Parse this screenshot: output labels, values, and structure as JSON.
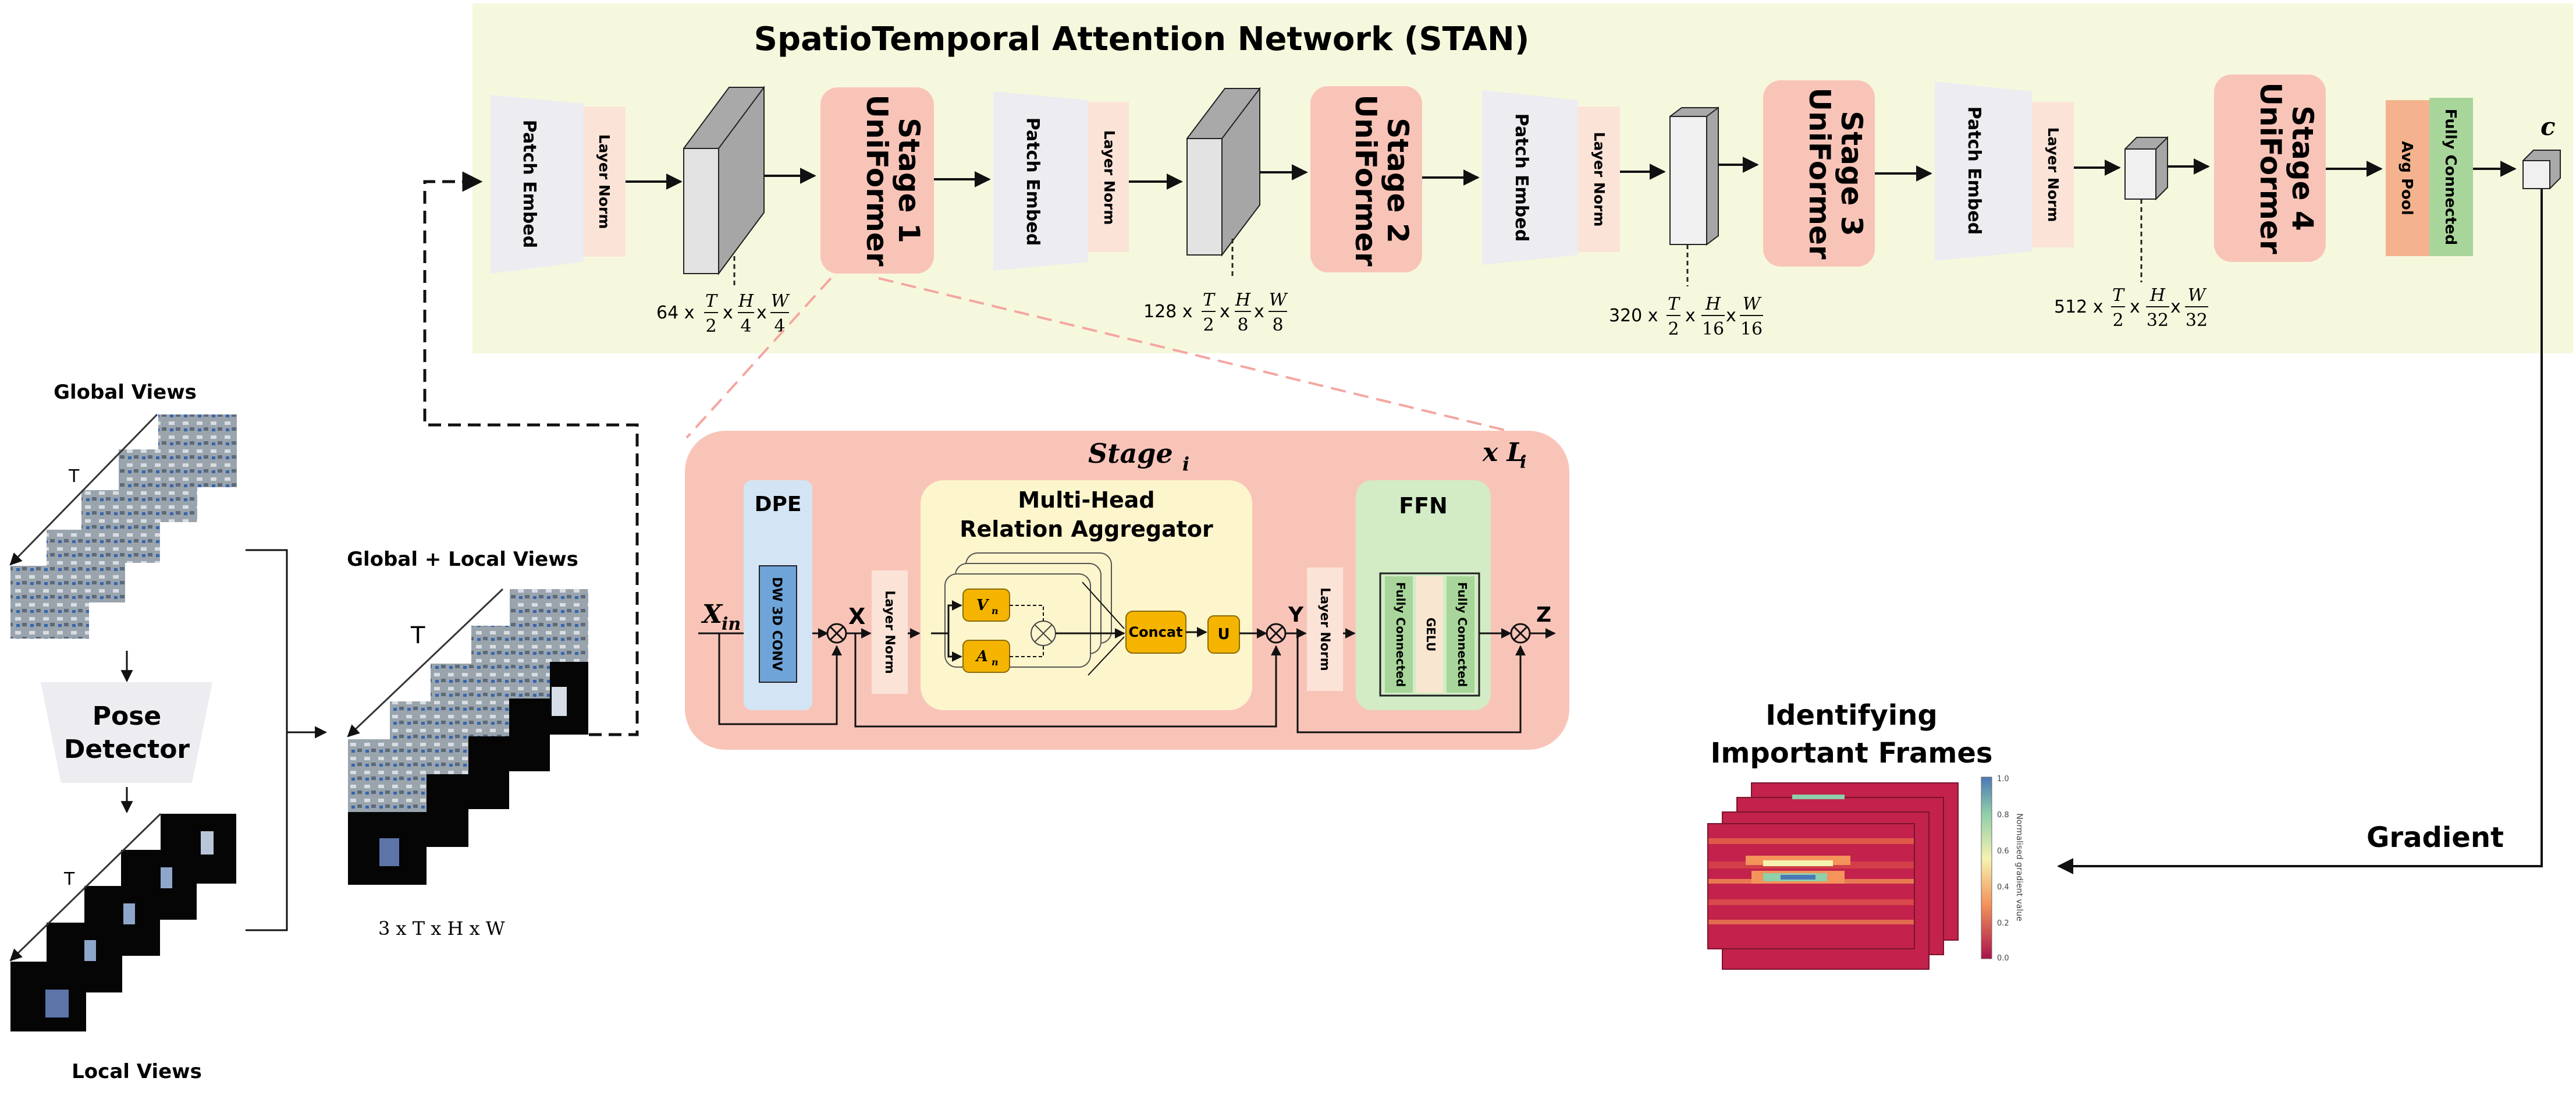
{
  "stan": {
    "title": "SpatioTemporal Attention Network (STAN)"
  },
  "blocks": {
    "patch_embed": "Patch Embed",
    "layer_norm": "Layer Norm",
    "uniformer_word": "UniFormer",
    "stage_labels": [
      "Stage 1",
      "Stage 2",
      "Stage 3",
      "Stage 4"
    ],
    "avg_pool": "Avg Pool",
    "fully_connected": "Fully Connected",
    "output_symbol": "c"
  },
  "dims": [
    {
      "channels": "64 x",
      "h_den": "4",
      "w_den": "4"
    },
    {
      "channels": "128 x",
      "h_den": "8",
      "w_den": "8"
    },
    {
      "channels": "320 x",
      "h_den": "16",
      "w_den": "16"
    },
    {
      "channels": "512 x",
      "h_den": "32",
      "w_den": "32"
    }
  ],
  "dim_common": {
    "t_num": "T",
    "t_den": "2",
    "h_num": "H",
    "w_num": "W",
    "times": "x"
  },
  "inputs": {
    "global_views": "Global Views",
    "local_views": "Local Views",
    "combined": "Global + Local Views",
    "t_label": "T",
    "pose_detector_line1": "Pose",
    "pose_detector_line2": "Detector",
    "combined_dims": "3 x T x H x W"
  },
  "stage": {
    "title_main": "Stage",
    "title_sub": "i",
    "repeat_main": "x L",
    "repeat_sub": "i",
    "dpe": "DPE",
    "dw_conv": "DW 3D CONV",
    "x_in_main": "X",
    "x_in_sub": "in",
    "x_label": "X",
    "y_label": "Y",
    "z_label": "Z",
    "mhra_line1": "Multi-Head",
    "mhra_line2": "Relation Aggregator",
    "v_n_main": "V",
    "v_n_sub": "n",
    "a_n_main": "A",
    "a_n_sub": "n",
    "concat": "Concat",
    "u": "U",
    "ffn": "FFN",
    "gelu": "GELU"
  },
  "output": {
    "frames_line1": "Identifying",
    "frames_line2": "Important Frames",
    "gradient": "Gradient",
    "colorbar_label": "Normalised gradient value",
    "colorbar_ticks": [
      "1.0",
      "0.8",
      "0.6",
      "0.4",
      "0.2",
      "0.0"
    ]
  },
  "colors": {
    "stan_bg": "#f6f8de",
    "uniformer": "#f9c4b8",
    "stage_bg": "#f9c4b8",
    "layer_norm": "#fbe3d8",
    "patch": "#ececf1",
    "dpe": "#d3e5f4",
    "dw_conv": "#6fa4d8",
    "mhra": "#fdf5cc",
    "orange": "#f5b400",
    "ffn": "#d3ecc6",
    "avgpool": "#f4b38e",
    "fc": "#a8d69a",
    "heatmap_dark": "#c2224b"
  }
}
